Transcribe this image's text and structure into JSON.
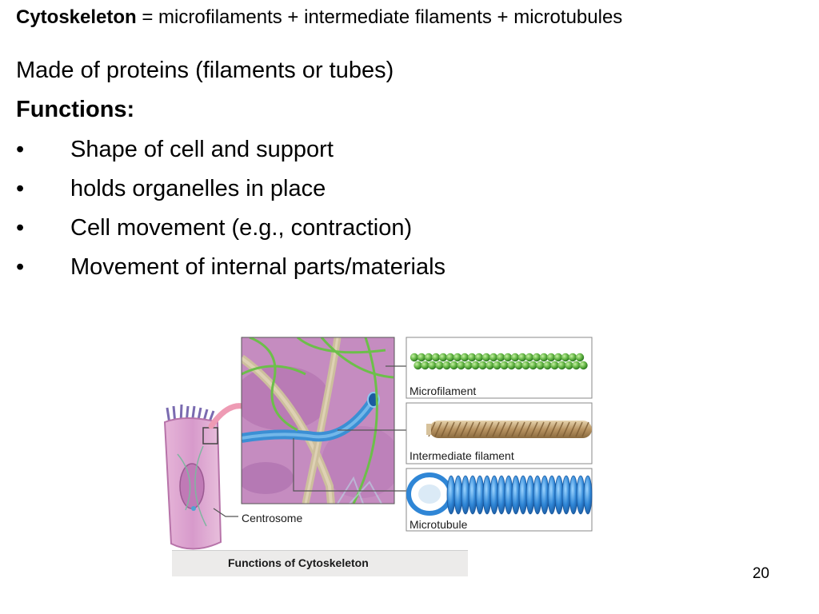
{
  "slide": {
    "title_bold": "Cytoskeleton",
    "title_rest": " = microfilaments + intermediate filaments + microtubules",
    "subtitle": "Made of proteins (filaments or tubes)",
    "functions_heading": "Functions:",
    "bullet_symbol": "•",
    "bullets": [
      "Shape of cell and support",
      "holds organelles in place",
      "Cell movement (e.g., contraction)",
      "Movement of internal parts/materials"
    ],
    "page_number": "20"
  },
  "figure": {
    "caption": "Functions of Cytoskeleton",
    "labels": {
      "microfilament": "Microfilament",
      "intermediate_filament": "Intermediate filament",
      "microtubule": "Microtubule",
      "centrosome": "Centrosome"
    },
    "colors": {
      "cytoplasm": "#c58cc0",
      "microfilament": "#6cbf4a",
      "intermediate": "#c8b48e",
      "microtubule": "#3b8fd4",
      "arrow": "#ee9bb4"
    }
  }
}
